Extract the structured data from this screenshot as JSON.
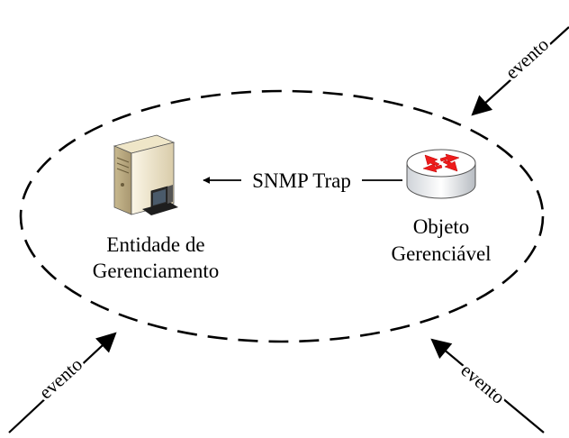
{
  "diagram": {
    "manager_label": [
      "Entidade de",
      "Gerenciamento"
    ],
    "managed_label": [
      "Objeto",
      "Gerenciável"
    ],
    "trap_label": "SNMP Trap",
    "event_labels": [
      "evento",
      "evento",
      "evento"
    ]
  },
  "colors": {
    "line": "#000000",
    "server_body": "#f3ead2",
    "router_top": "#ffffff",
    "router_arrows": "#ee1b1b"
  }
}
